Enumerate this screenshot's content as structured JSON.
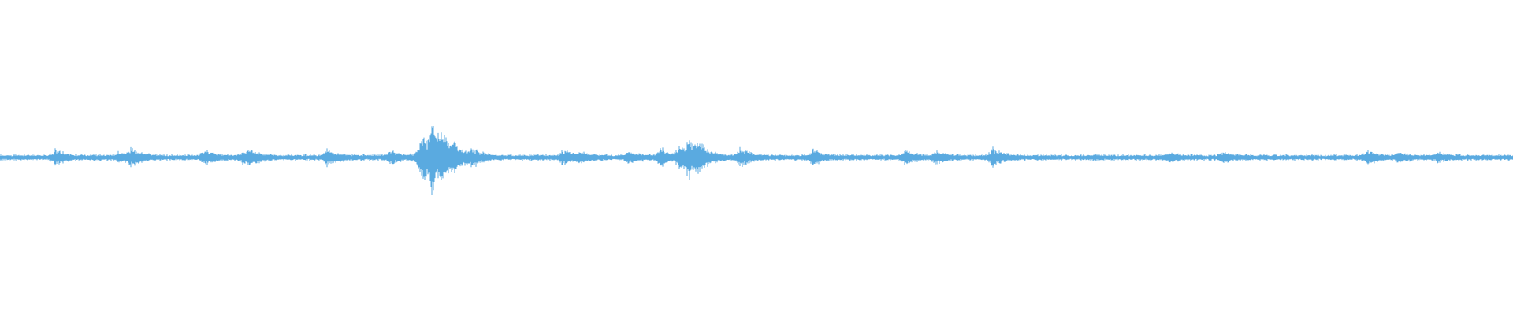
{
  "waveform": {
    "color": "#5aaae0",
    "background": "#ffffff",
    "duration_fraction_visible": 1.0,
    "amplitude_floor": 0.012,
    "amplitude_noise": 0.01,
    "bursts": [
      {
        "pos": 0.036,
        "amp": 0.05
      },
      {
        "pos": 0.078,
        "amp": 0.03
      },
      {
        "pos": 0.086,
        "amp": 0.06
      },
      {
        "pos": 0.135,
        "amp": 0.05
      },
      {
        "pos": 0.16,
        "amp": 0.035
      },
      {
        "pos": 0.165,
        "amp": 0.04
      },
      {
        "pos": 0.216,
        "amp": 0.05
      },
      {
        "pos": 0.258,
        "amp": 0.04
      },
      {
        "pos": 0.278,
        "amp": 0.18
      },
      {
        "pos": 0.285,
        "amp": 0.26
      },
      {
        "pos": 0.292,
        "amp": 0.12
      },
      {
        "pos": 0.3,
        "amp": 0.08
      },
      {
        "pos": 0.312,
        "amp": 0.05
      },
      {
        "pos": 0.372,
        "amp": 0.05
      },
      {
        "pos": 0.383,
        "amp": 0.03
      },
      {
        "pos": 0.415,
        "amp": 0.035
      },
      {
        "pos": 0.436,
        "amp": 0.06
      },
      {
        "pos": 0.449,
        "amp": 0.08
      },
      {
        "pos": 0.455,
        "amp": 0.14
      },
      {
        "pos": 0.462,
        "amp": 0.07
      },
      {
        "pos": 0.489,
        "amp": 0.07
      },
      {
        "pos": 0.537,
        "amp": 0.06
      },
      {
        "pos": 0.598,
        "amp": 0.05
      },
      {
        "pos": 0.618,
        "amp": 0.04
      },
      {
        "pos": 0.656,
        "amp": 0.07
      },
      {
        "pos": 0.773,
        "amp": 0.025
      },
      {
        "pos": 0.808,
        "amp": 0.03
      },
      {
        "pos": 0.904,
        "amp": 0.05
      },
      {
        "pos": 0.924,
        "amp": 0.025
      },
      {
        "pos": 0.95,
        "amp": 0.025
      }
    ]
  }
}
